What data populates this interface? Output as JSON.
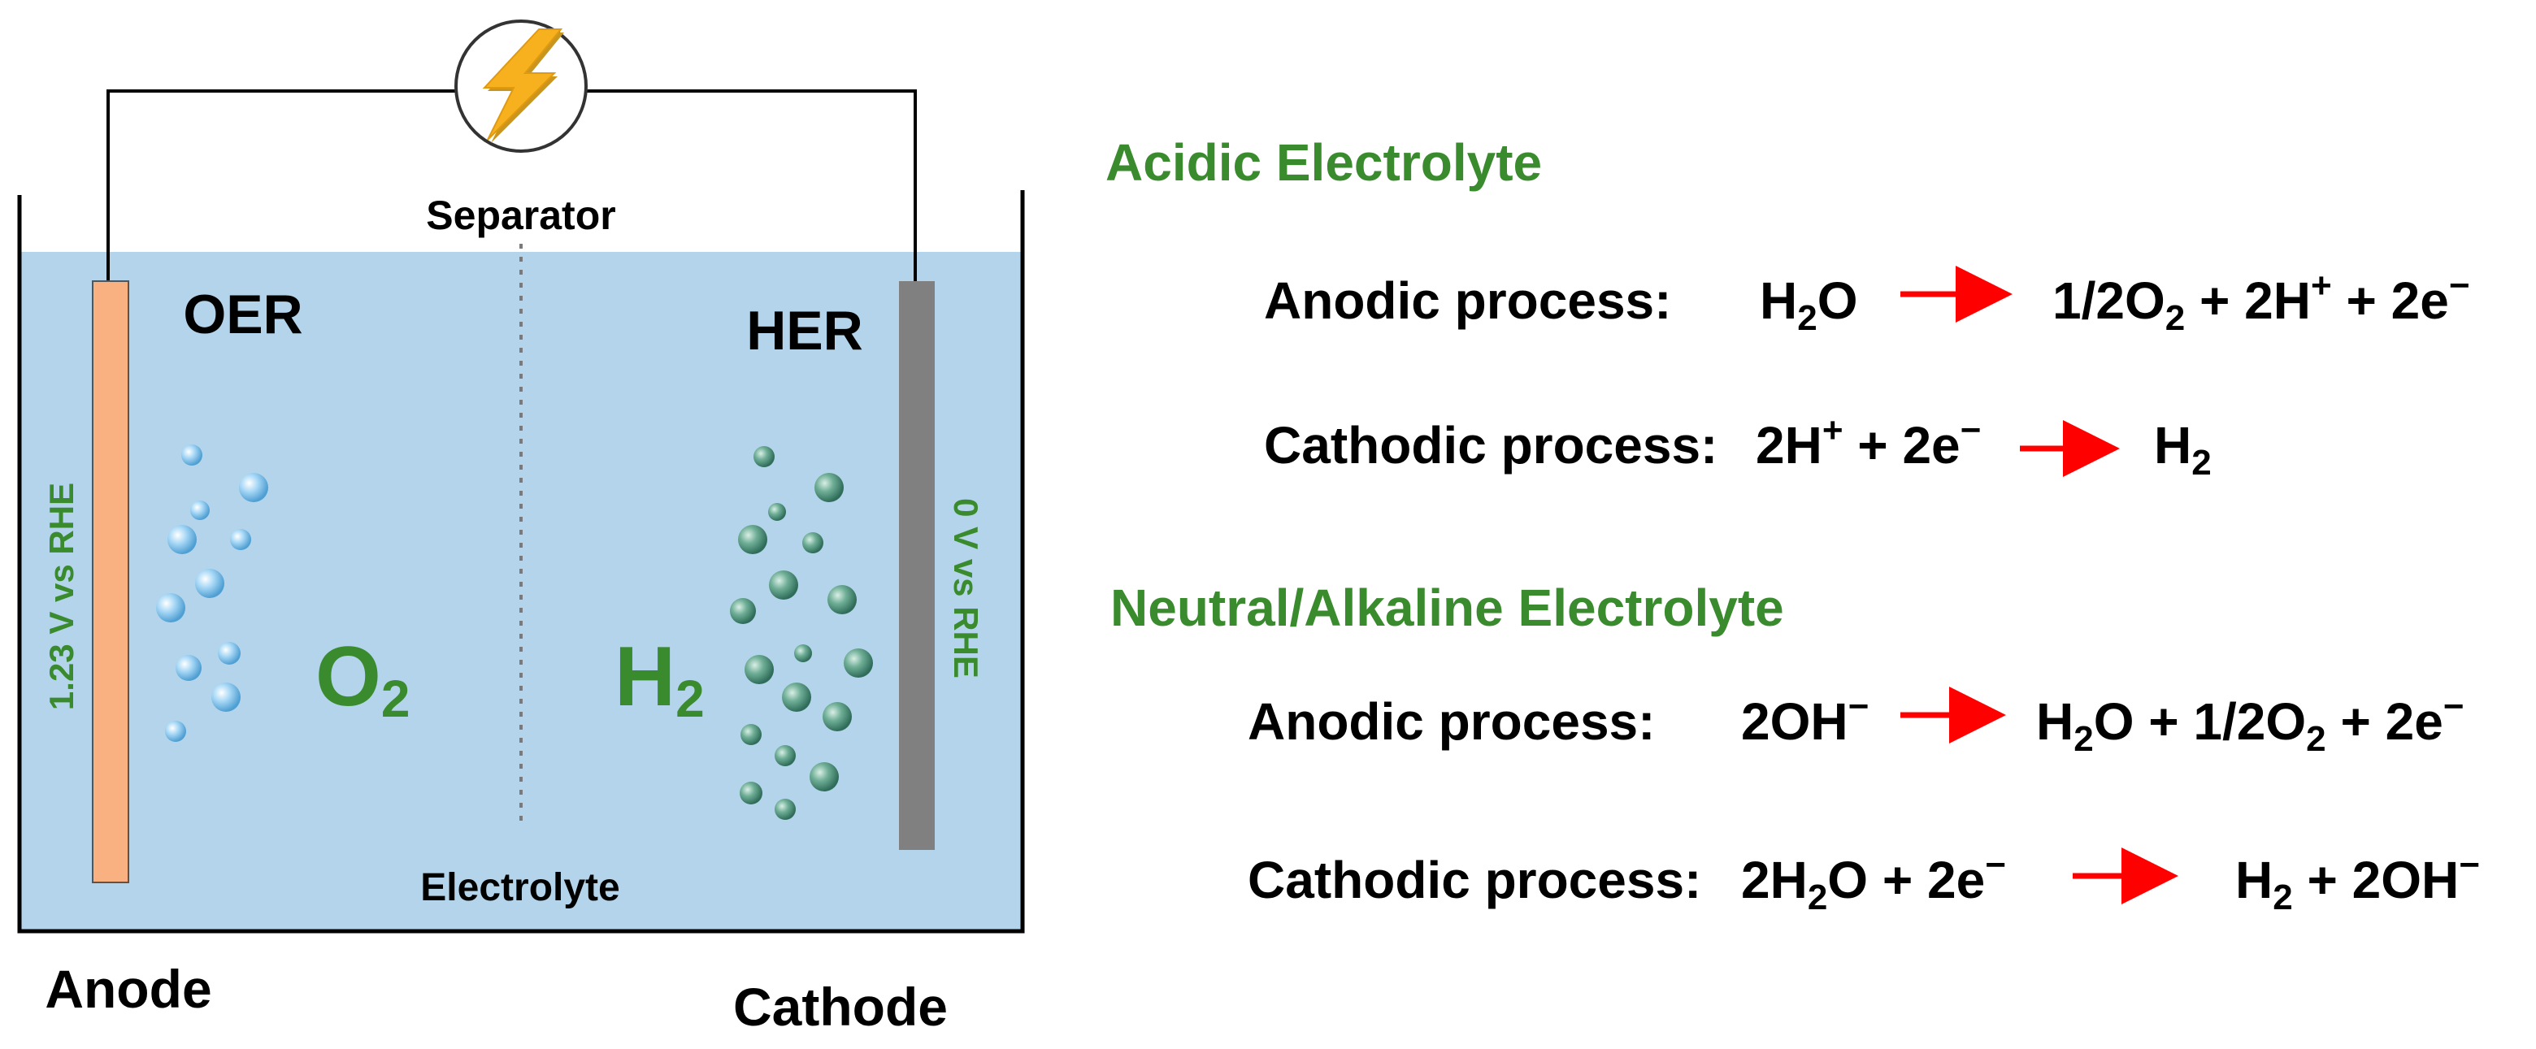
{
  "cell": {
    "separator_label": "Separator",
    "electrolyte_label": "Electrolyte",
    "oer_label": "OER",
    "her_label": "HER",
    "o2_label": {
      "main": "O",
      "sub": "2"
    },
    "h2_label": {
      "main": "H",
      "sub": "2"
    },
    "anode_potential": "1.23 V vs RHE",
    "cathode_potential": "0 V vs RHE",
    "anode_label": "Anode",
    "cathode_label": "Cathode",
    "power_icon": "lightning-bolt-icon"
  },
  "equations": {
    "acidic": {
      "heading": "Acidic Electrolyte",
      "anodic": {
        "label": "Anodic process:",
        "reactant": [
          {
            "t": "H"
          },
          {
            "t": "2",
            "sub": true
          },
          {
            "t": "O"
          }
        ],
        "product": [
          {
            "t": "1/2O"
          },
          {
            "t": "2",
            "sub": true
          },
          {
            "t": " + 2H"
          },
          {
            "t": "+",
            "sup": true
          },
          {
            "t": " + 2e"
          },
          {
            "t": "−",
            "sup": true
          }
        ]
      },
      "cathodic": {
        "label": "Cathodic process:",
        "reactant": [
          {
            "t": "2H"
          },
          {
            "t": "+",
            "sup": true
          },
          {
            "t": " + 2e"
          },
          {
            "t": "−",
            "sup": true
          }
        ],
        "product": [
          {
            "t": "H"
          },
          {
            "t": "2",
            "sub": true
          }
        ]
      }
    },
    "alkaline": {
      "heading": "Neutral/Alkaline Electrolyte",
      "anodic": {
        "label": "Anodic process:",
        "reactant": [
          {
            "t": "2OH"
          },
          {
            "t": "−",
            "sup": true
          }
        ],
        "product": [
          {
            "t": "H"
          },
          {
            "t": "2",
            "sub": true
          },
          {
            "t": "O + 1/2O"
          },
          {
            "t": "2",
            "sub": true
          },
          {
            "t": " + 2e"
          },
          {
            "t": "−",
            "sup": true
          }
        ]
      },
      "cathodic": {
        "label": "Cathodic process:",
        "reactant": [
          {
            "t": "2H"
          },
          {
            "t": "2",
            "sub": true
          },
          {
            "t": "O + 2e"
          },
          {
            "t": "−",
            "sup": true
          }
        ],
        "product": [
          {
            "t": "H"
          },
          {
            "t": "2",
            "sub": true
          },
          {
            "t": " + 2OH"
          },
          {
            "t": "−",
            "sup": true
          }
        ]
      }
    }
  },
  "colors": {
    "electrolyte": "#b3d4ea",
    "anode": "#f9b182",
    "cathode": "#808080",
    "arrow": "#ff0000",
    "green_text": "#3a8a2e",
    "o2_bubble": "#8ec8ee",
    "h2_bubble": "#5f9a86"
  }
}
